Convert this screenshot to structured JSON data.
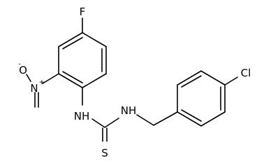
{
  "molecule": {
    "atoms": {
      "fluorine": "F",
      "nitro_oxygen": "O",
      "nitro_oxygen_charge": "-",
      "nitro_nitrogen": "N",
      "nitro_nitrogen_charge": "+",
      "amine_left": "NH",
      "amine_right": "NH",
      "sulfur": "S",
      "chlorine": "Cl"
    }
  }
}
